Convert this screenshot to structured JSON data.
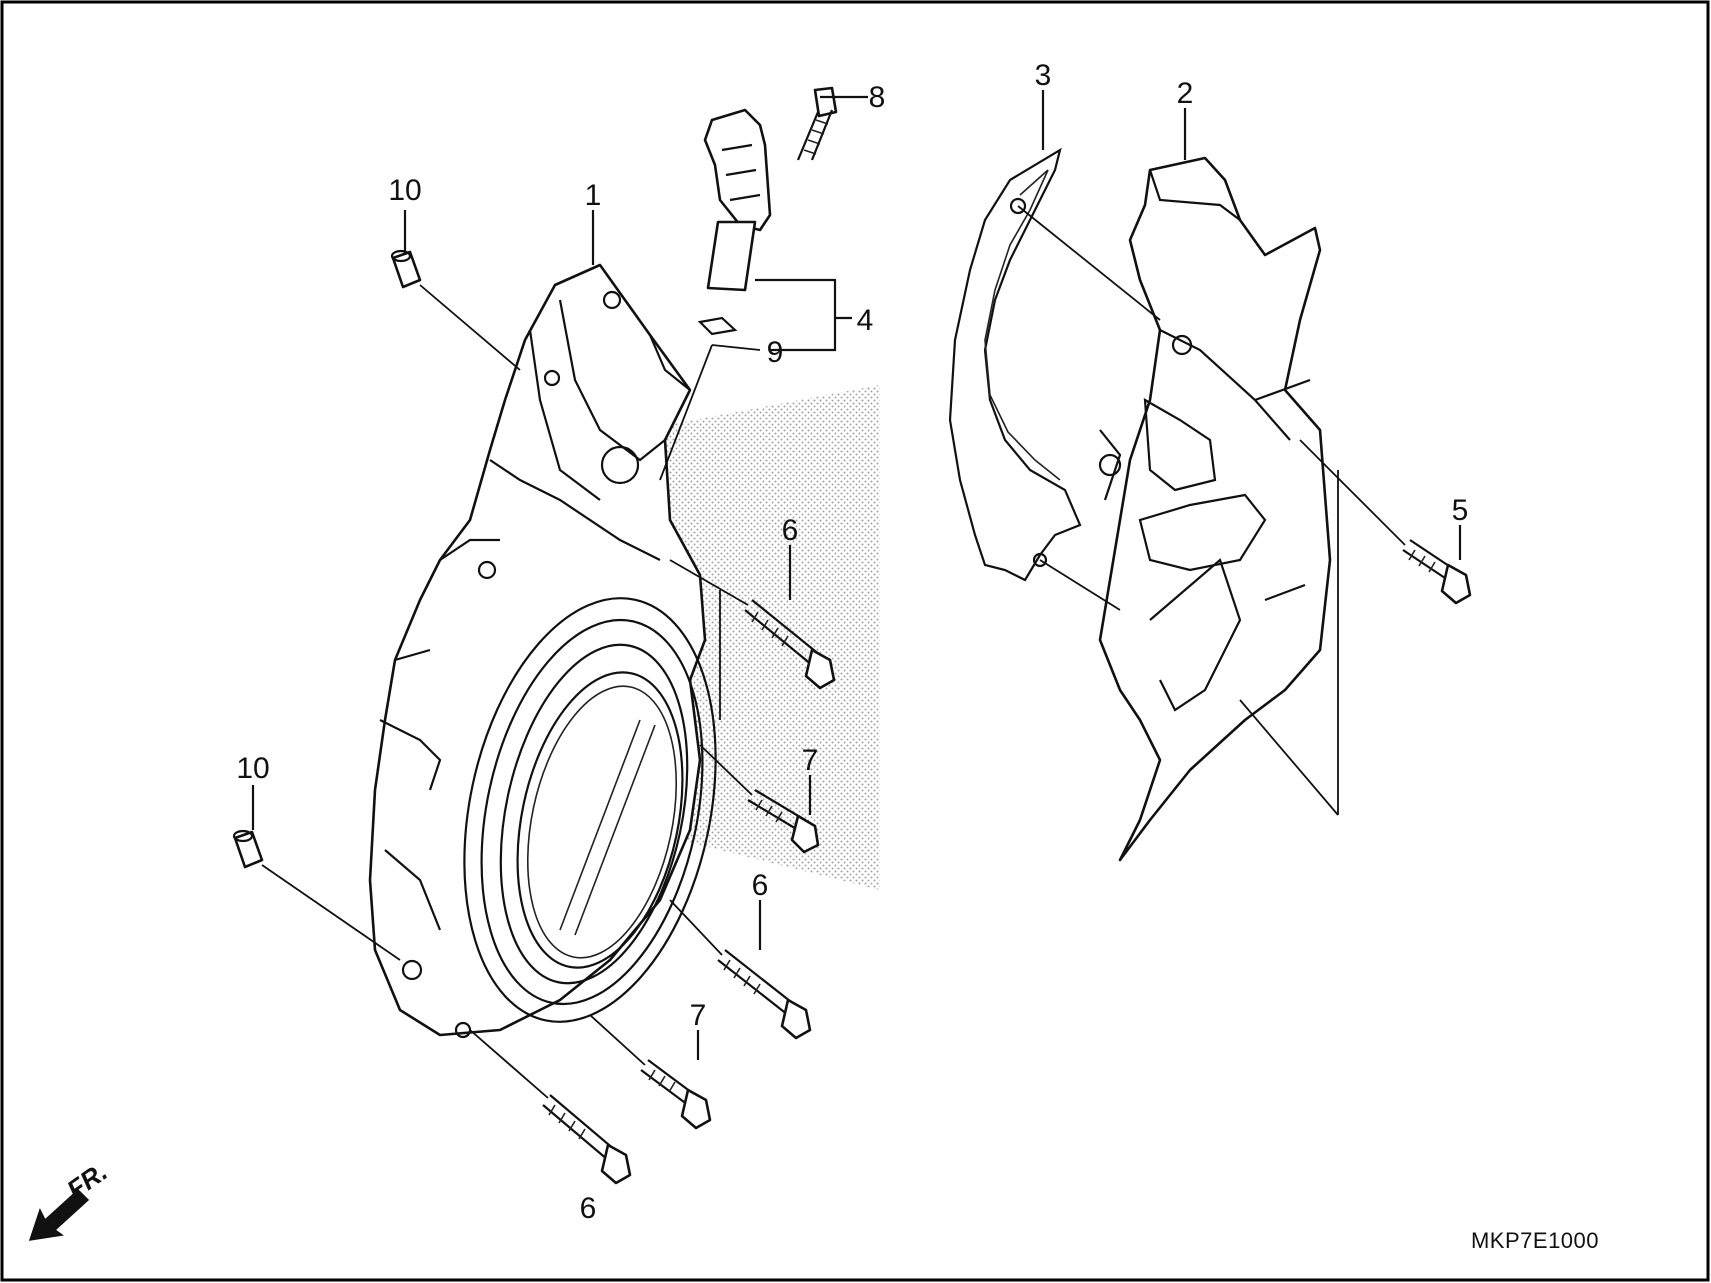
{
  "diagram": {
    "callouts": [
      {
        "id": "c1",
        "text": "1"
      },
      {
        "id": "c2",
        "text": "2"
      },
      {
        "id": "c3",
        "text": "3"
      },
      {
        "id": "c4",
        "text": "4"
      },
      {
        "id": "c5",
        "text": "5"
      },
      {
        "id": "c6a",
        "text": "6"
      },
      {
        "id": "c6b",
        "text": "6"
      },
      {
        "id": "c6c",
        "text": "6"
      },
      {
        "id": "c7a",
        "text": "7"
      },
      {
        "id": "c7b",
        "text": "7"
      },
      {
        "id": "c8",
        "text": "8"
      },
      {
        "id": "c9",
        "text": "9"
      },
      {
        "id": "c10a",
        "text": "10"
      },
      {
        "id": "c10b",
        "text": "10"
      }
    ],
    "direction_label": "FR.",
    "drawing_code": "MKP7E1000"
  }
}
